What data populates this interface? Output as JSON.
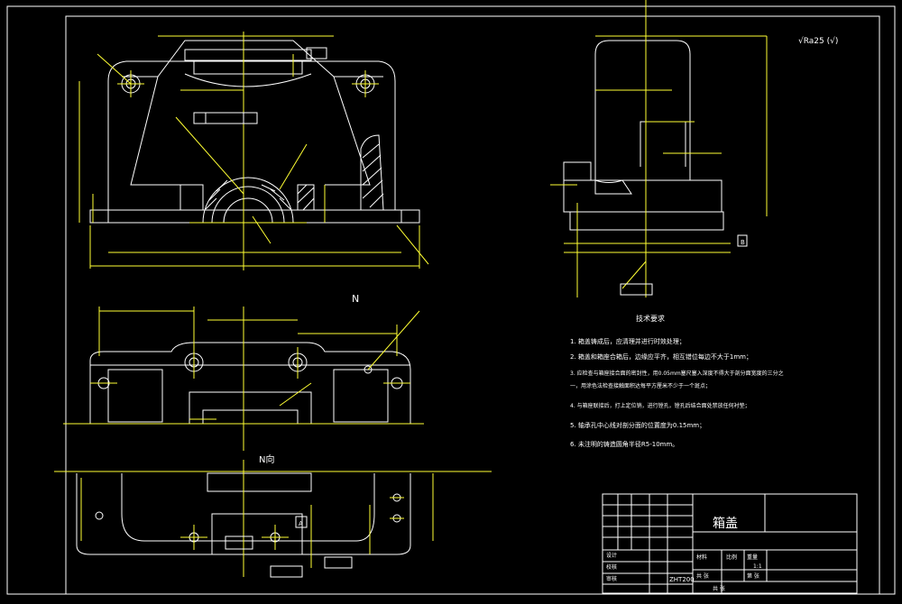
{
  "drawing": {
    "tech_title": "技术要求",
    "requirements": [
      "1. 箱盖铸成后，应清理并进行时效处理；",
      "2. 箱盖和箱座合箱后，边缘应平齐，相互错位每边不大于1mm；",
      "3. 应检查与箱座接合面的密封性，用0.05mm塞尺塞入深度不得大于剖分面宽度的三分之",
      "一，用涂色法检查接触面积达每平方厘米不少于一个斑点；",
      "4. 与箱座联接后，打上定位销，进行镗孔，镗孔后结合面处禁放任何衬垫；",
      "5. 轴承孔中心线对剖分面的位置度为0.15mm；",
      "6. 未注明的铸造圆角半径R5-10mm。"
    ],
    "view_label_n": "N",
    "view_label_n_dir": "N向",
    "roughness_note": "√Ra25 (√)",
    "datum_a": "A",
    "datum_b": "B",
    "title_block": {
      "part_name": "箱盖",
      "material": "ZHT200",
      "scale": "1:1",
      "sheet": "共 张",
      "labels": [
        "设计",
        "校核",
        "审核",
        "比例",
        "重量",
        "材料",
        "共 张",
        "第 张"
      ]
    }
  },
  "colors": {
    "background": "#000000",
    "outline": "#ffffff",
    "centerline": "#ffff33",
    "hatch": "#ffffff"
  }
}
